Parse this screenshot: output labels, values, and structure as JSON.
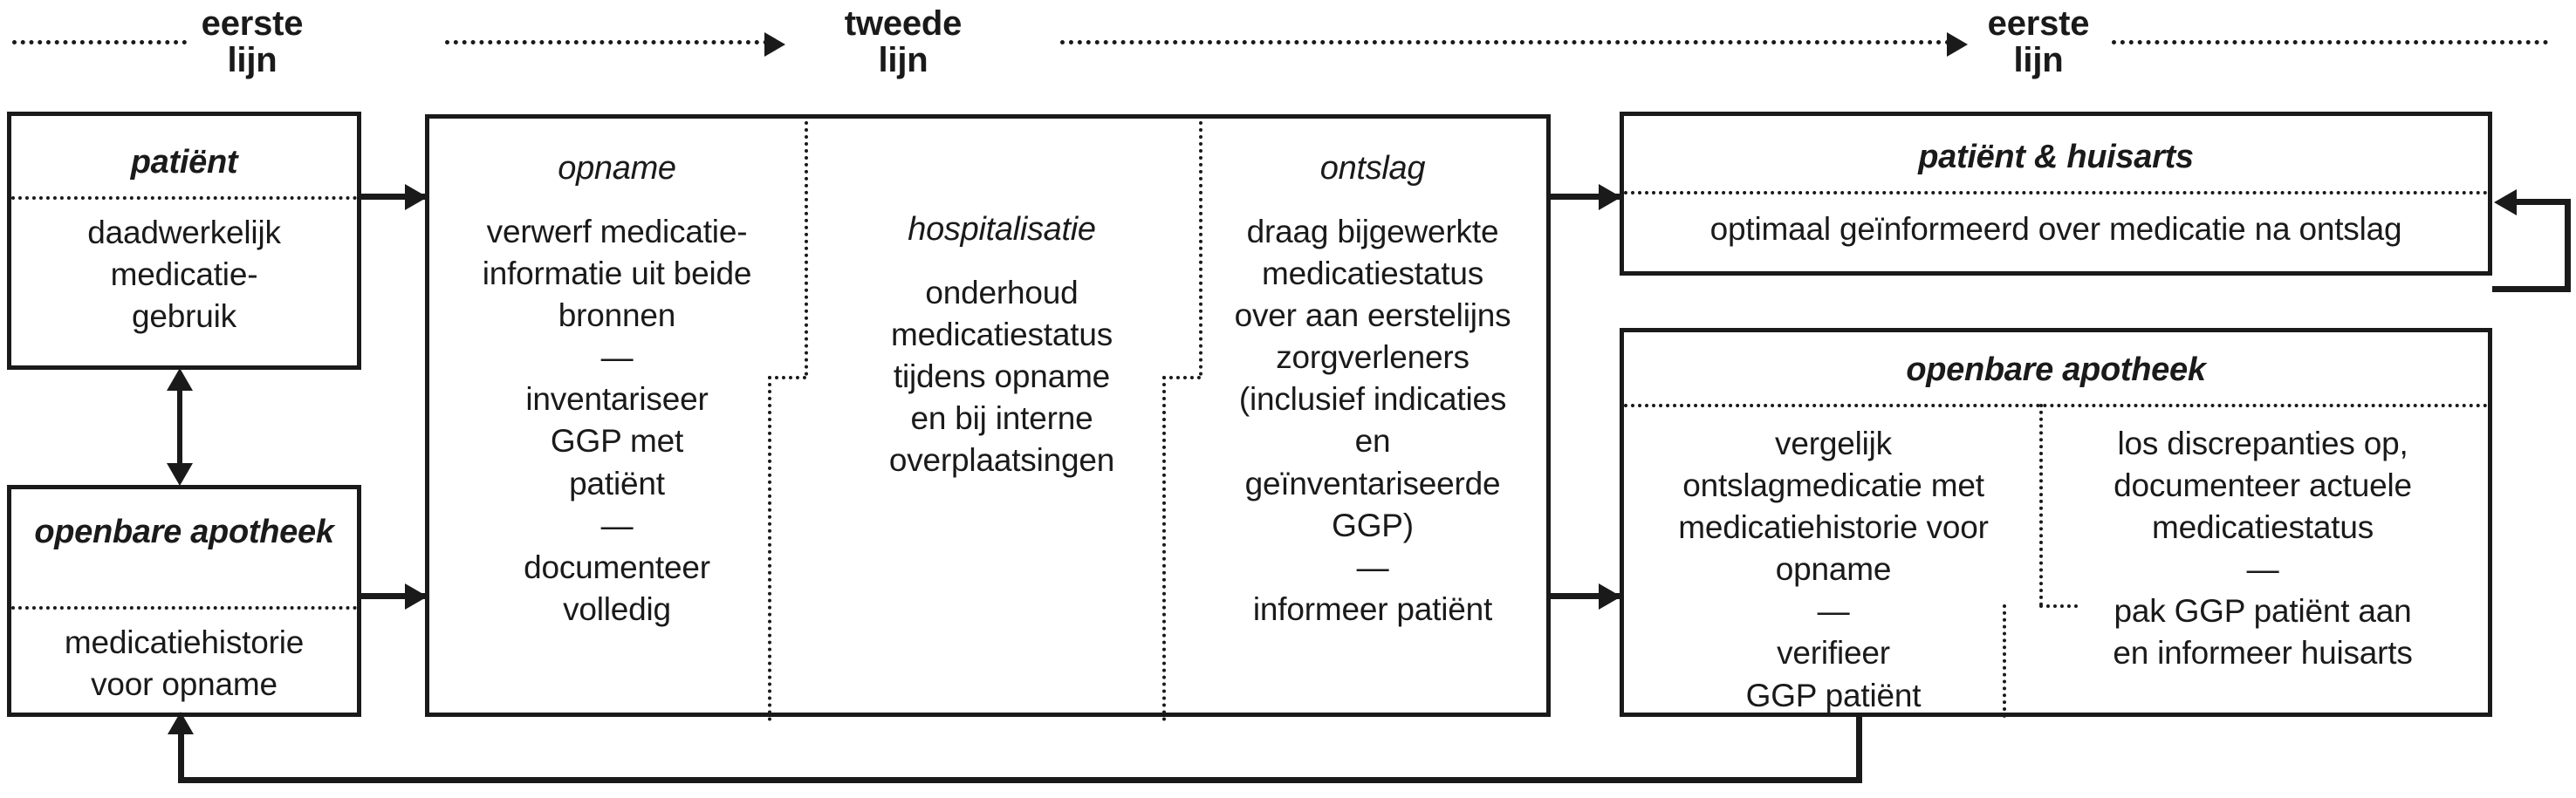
{
  "headers": [
    {
      "id": "left",
      "label": "eerste\nlijn"
    },
    {
      "id": "middle",
      "label": "tweede\nlijn"
    },
    {
      "id": "right",
      "label": "eerste\nlijn"
    }
  ],
  "boxes": {
    "patient": {
      "title": "patiënt",
      "body": "daadwerkelijk\nmedicatie-\ngebruik"
    },
    "pharmacy_left": {
      "title": "openbare\napotheek",
      "body": "medicatiehistorie\nvoor opname"
    },
    "hospital": {
      "columns": [
        {
          "title": "opname",
          "body": "verwerf medicatie-\ninformatie uit beide\nbronnen\n—\ninventariseer\nGGP met\npatiënt\n—\ndocumenteer\nvolledig"
        },
        {
          "title": "hospitalisatie",
          "body": "onderhoud\nmedicatiestatus\ntijdens opname\nen bij interne\noverplaatsingen"
        },
        {
          "title": "ontslag",
          "body": "draag bijgewerkte\nmedicatiestatus\nover aan eerstelijns\nzorgverleners\n(inclusief indicaties\nen\ngeïnventariseerde\nGGP)\n—\ninformeer patiënt"
        }
      ]
    },
    "patient_gp": {
      "title": "patiënt & huisarts",
      "body": "optimaal geïnformeerd over medicatie na ontslag"
    },
    "pharmacy_right": {
      "title": "openbare apotheek",
      "columns": [
        {
          "body": "vergelijk\nontslagmedicatie met\nmedicatiehistorie voor\nopname\n—\nverifieer\nGGP patiënt"
        },
        {
          "body": "los discrepanties op,\ndocumenteer actuele\nmedicatiestatus\n—\npak GGP patiënt aan\nen informeer huisarts"
        }
      ]
    }
  },
  "colors": {
    "ink": "#1a1a1a",
    "paper": "#ffffff"
  }
}
